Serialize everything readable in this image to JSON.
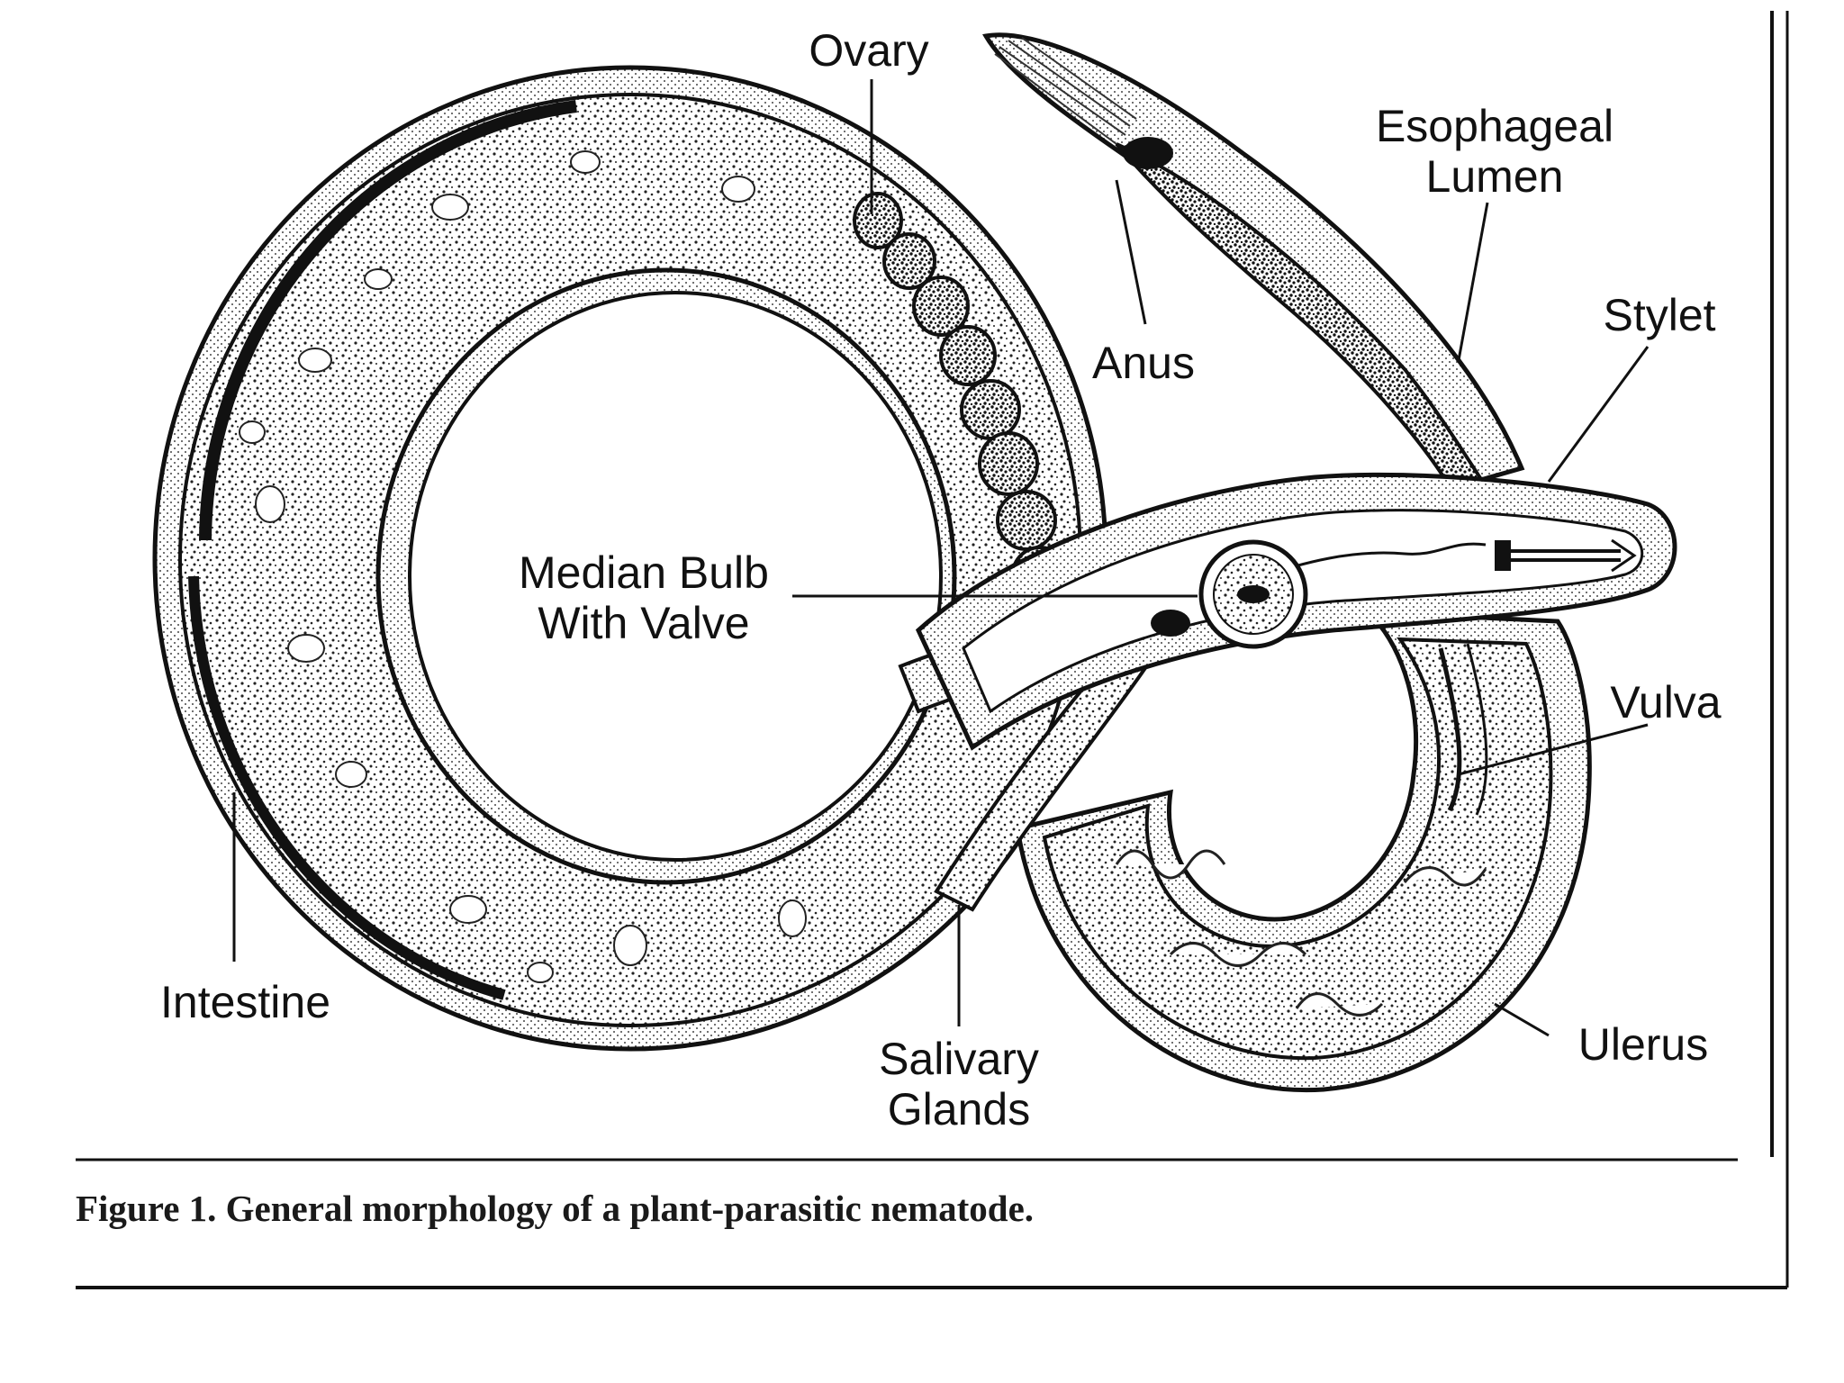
{
  "figure": {
    "caption": "Figure 1. General morphology of a plant-parasitic nematode.",
    "labels": {
      "ovary": "Ovary",
      "esophageal_line1": "Esophageal",
      "esophageal_line2": "Lumen",
      "stylet": "Stylet",
      "anus": "Anus",
      "median_line1": "Median Bulb",
      "median_line2": "With Valve",
      "vulva": "Vulva",
      "intestine": "Intestine",
      "salivary_line1": "Salivary",
      "salivary_line2": "Glands",
      "uterus": "Ulerus"
    }
  },
  "colors": {
    "ink": "#111111",
    "stipple": "#3a3a3a",
    "paper": "#ffffff"
  }
}
